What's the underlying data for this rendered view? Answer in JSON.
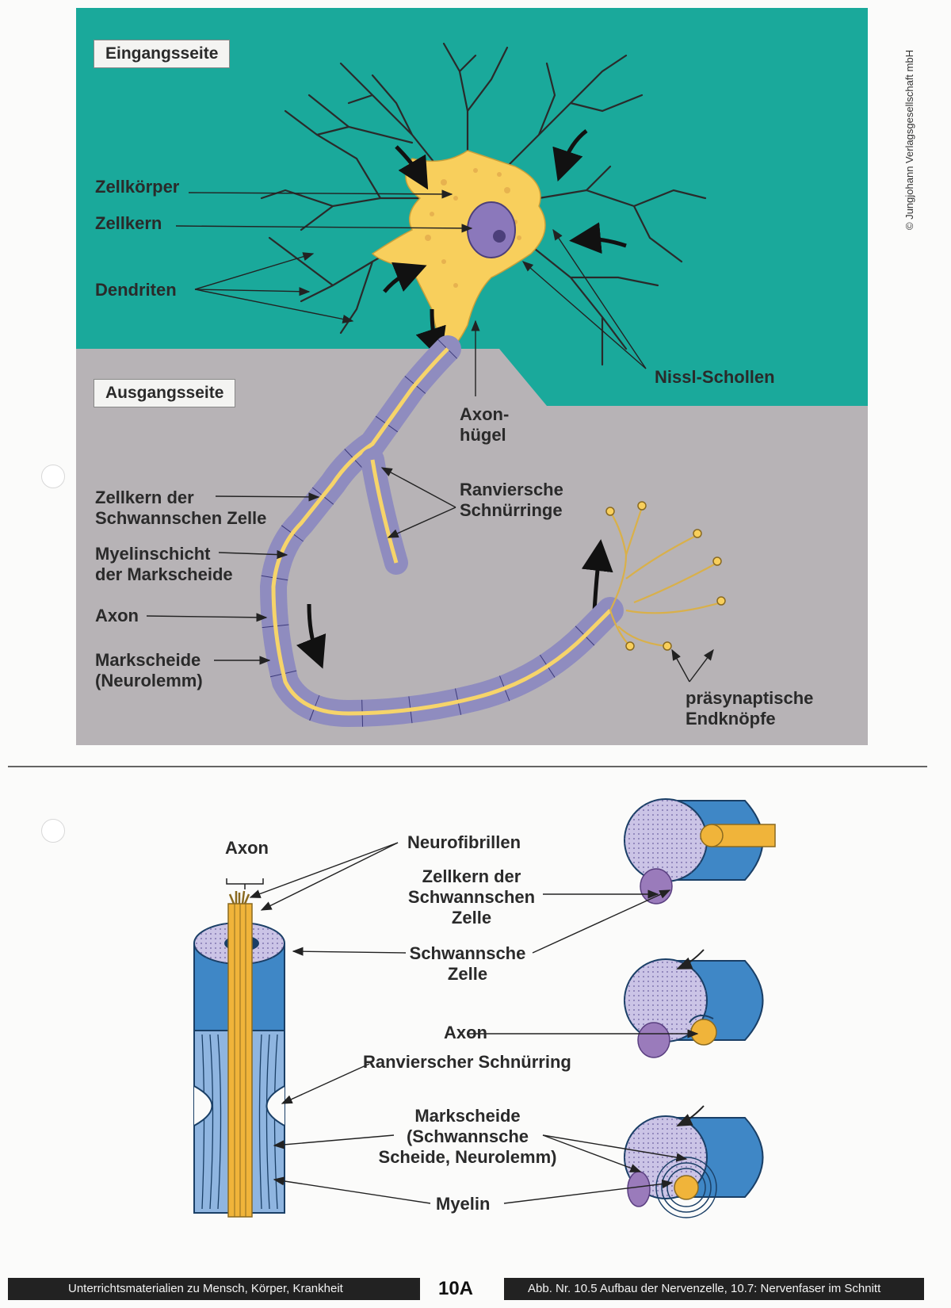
{
  "top_figure": {
    "input_side_label": "Eingangsseite",
    "output_side_label": "Ausgangsseite",
    "labels": {
      "zellkoerper": "Zellkörper",
      "zellkern": "Zellkern",
      "dendriten": "Dendriten",
      "nissl": "Nissl-Schollen",
      "axonhuegel": "Axon-\nhügel",
      "zellkern_schwann": "Zellkern der\nSchwannschen Zelle",
      "ranvier": "Ranviersche\nSchnürringe",
      "myelinschicht": "Myelinschicht\nder Markscheide",
      "axon": "Axon",
      "markscheide": "Markscheide\n(Neurolemm)",
      "endknoepfe": "präsynaptische\nEndknöpfe"
    },
    "colors": {
      "input_bg": "#1aa99b",
      "output_bg": "#b7b3b6",
      "soma": "#f8cf5c",
      "myelin": "#8f8cbf"
    }
  },
  "copyright": "© Jungjohann Verlagsgesellschaft mbH",
  "bottom_figure": {
    "labels": {
      "axon_top": "Axon",
      "neurofibrillen": "Neurofibrillen",
      "zellkern_schwann": "Zellkern der\nSchwannschen\nZelle",
      "schwannsche_zelle": "Schwannsche\nZelle",
      "axon_mid": "Axon",
      "ranvier": "Ranvierscher Schnürring",
      "markscheide": "Markscheide\n(Schwannsche\nScheide, Neurolemm)",
      "myelin": "Myelin"
    },
    "colors": {
      "sheath": "#3f87c6",
      "cytoplasm": "#cbc4e6",
      "axon": "#f0b43a"
    }
  },
  "footer": {
    "left": "Unterrichtsmaterialien zu Mensch, Körper, Krankheit",
    "page": "10A",
    "right": "Abb. Nr. 10.5 Aufbau der Nervenzelle, 10.7: Nervenfaser im Schnitt"
  }
}
